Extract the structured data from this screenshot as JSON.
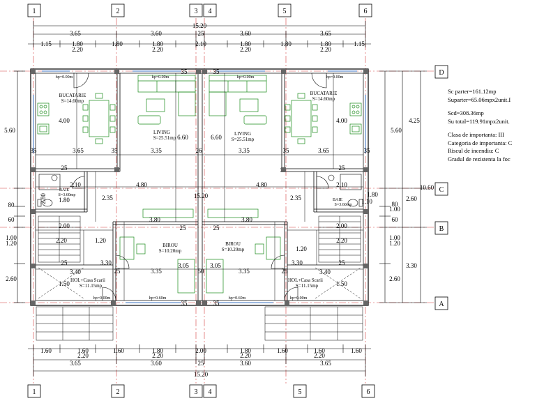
{
  "grid_columns": [
    "1",
    "2",
    "3",
    "4",
    "5",
    "6"
  ],
  "grid_rows": [
    "D",
    "C",
    "B",
    "A"
  ],
  "overall_width": "15.20",
  "top_dimensions": {
    "row1": [
      "3.65",
      "3.60",
      "25",
      "3.60",
      "3.65"
    ],
    "row2": [
      "1.15",
      "1.80",
      "1.80",
      "1.80",
      "2.10",
      "1.80",
      "1.80",
      "1.80",
      "1.15"
    ],
    "row2_sub": [
      "2.20",
      "2.20",
      "2.20",
      "2.20"
    ]
  },
  "bottom_dimensions": {
    "row1": [
      "1.60",
      "1.60",
      "1.60",
      "1.80",
      "2.00",
      "1.80",
      "1.60",
      "1.60",
      "1.60"
    ],
    "row1_sub": [
      "2.20",
      "2.20",
      "2.20",
      "2.20"
    ],
    "row2": [
      "3.65",
      "3.60",
      "25",
      "3.60",
      "3.65"
    ]
  },
  "left_dimensions": [
    "5.60",
    "80",
    "60",
    "1.00",
    "1.20",
    "2.60"
  ],
  "right_dimensions": [
    "4.25",
    "5.60",
    "10.60",
    "2.60",
    "80",
    "1.00",
    "60",
    "1.00",
    "1.20",
    "3.30",
    "2.60"
  ],
  "interior_dimensions": {
    "d4_00": "4.00",
    "d3_65": "3.65",
    "d3_35": "3.35",
    "d6_60": "6.60",
    "d35": "35",
    "d25": "25",
    "d26": "26",
    "d2_10": "2.10",
    "d4_80": "4.80",
    "d15_20": "15.20",
    "d1_80": "1.80",
    "d2_35": "2.35",
    "d2_00": "2.00",
    "d2_20": "2.20",
    "d1_20": "1.20",
    "d3_80": "3.80",
    "d3_40": "3.40",
    "d3_30": "3.30",
    "d3_05": "3.05",
    "d50": "50",
    "d1_50": "1.50",
    "d2_80": "2.80",
    "d1_10": "1.10"
  },
  "labels": {
    "hp_top": "hp=0.00m",
    "hp_bottom": "hp=0.00m",
    "hp_bottom_mid": "hp=0.60m"
  },
  "rooms": {
    "bucatarie": {
      "name": "BUCATARIE",
      "area": "S=14.60mp"
    },
    "living": {
      "name": "LIVING",
      "area": "S=25.51mp"
    },
    "baie": {
      "name": "BAIE",
      "area": "S=3.60mp"
    },
    "birou": {
      "name": "BIROU",
      "area": "S=10.20mp"
    },
    "hol": {
      "name": "HOL+Casa Scarii",
      "area": "S=11.15mp"
    }
  },
  "info": {
    "sc_parter": "Sc parter=161.12mp",
    "suparter": "Suparter=65.06mpx2unit.I",
    "scd": "Scd=308.36mp",
    "su_total": "Su total=119.91mpx2unit.",
    "clasa": "Clasa de importanta: III",
    "categoria": "Categoria de importanta: C",
    "riscul": "Riscul de incendiu: C",
    "gradul": "Gradul de rezistenta la foc"
  }
}
